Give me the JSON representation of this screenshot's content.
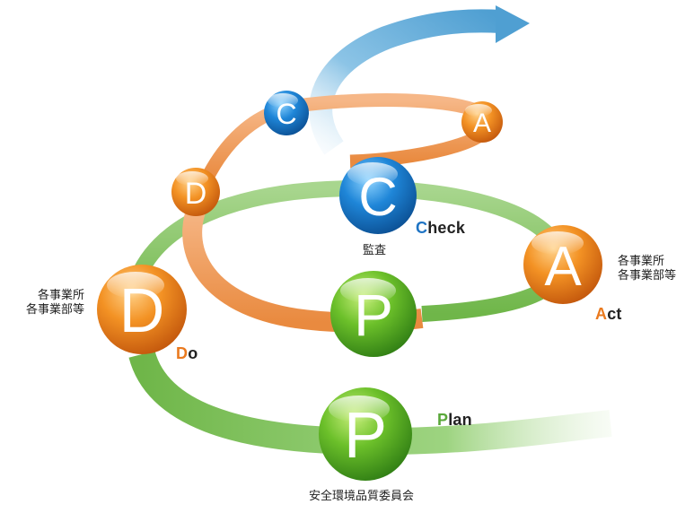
{
  "colors": {
    "plan": "#5aa83a",
    "do": "#ea7a1f",
    "check": "#1f74c4",
    "act": "#ea7a1f",
    "arrow": "#5ba9d8"
  },
  "spiral_letters": {
    "plan_small": "P",
    "plan_large": "P",
    "do_small": "D",
    "do_large": "D",
    "check_small": "C",
    "check_large": "C",
    "act_small": "A",
    "act_large": "A"
  },
  "labels": {
    "plan": {
      "initial": "P",
      "rest": "lan"
    },
    "do": {
      "initial": "D",
      "rest": "o"
    },
    "check": {
      "initial": "C",
      "rest": "heck"
    },
    "act": {
      "initial": "A",
      "rest": "ct"
    }
  },
  "roles": {
    "plan": "安全環境品質委員会",
    "check": "監査",
    "do_line1": "各事業所",
    "do_line2": "各事業部等",
    "act_line1": "各事業所",
    "act_line2": "各事業部等"
  }
}
